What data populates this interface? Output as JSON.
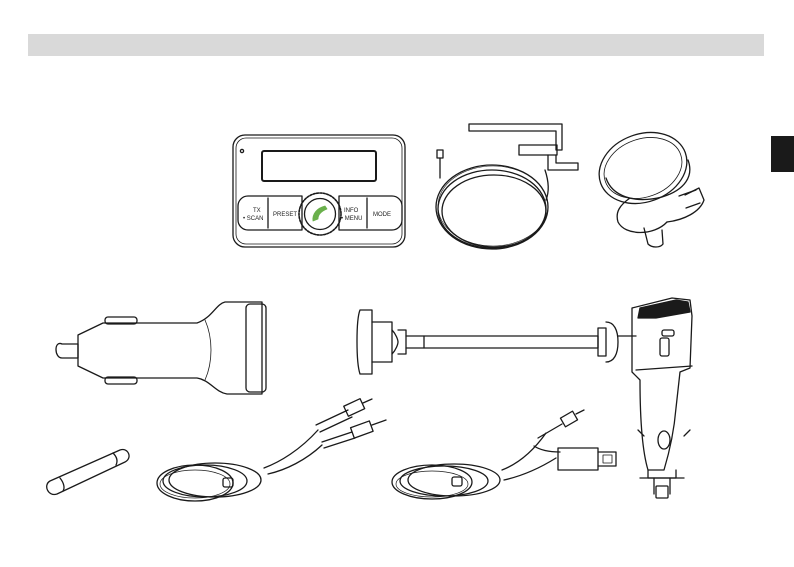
{
  "device": {
    "buttons": {
      "tx": "TX",
      "scan": "• SCAN",
      "preset": "PRESET",
      "info": "INFO",
      "menu": "• MENU",
      "mode": "MODE"
    }
  },
  "colors": {
    "header_bar": "#d9d9d9",
    "side_tab": "#1a1a1a",
    "phone_icon": "#6ab04c",
    "line": "#1a1a1a"
  }
}
